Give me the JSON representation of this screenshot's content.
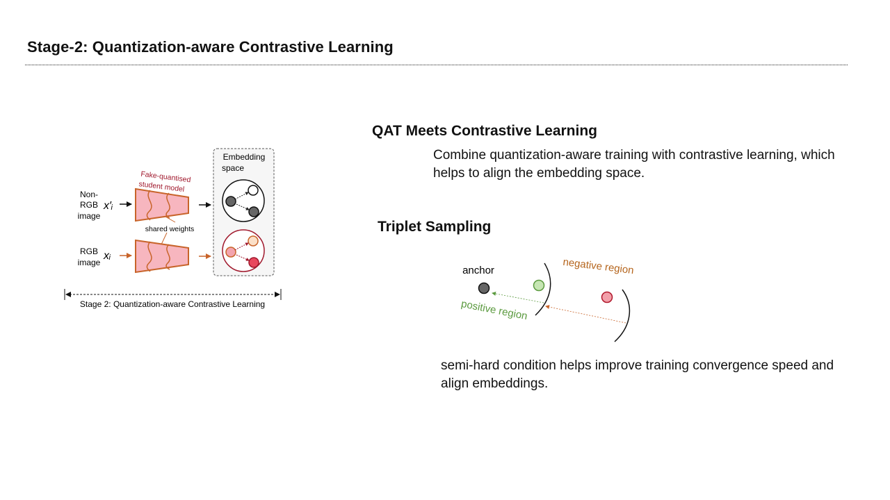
{
  "slide": {
    "title": "Stage-2: Quantization-aware Contrastive Learning"
  },
  "qat": {
    "heading": "QAT Meets Contrastive Learning",
    "body": "Combine quantization-aware training with contrastive learning, which helps to align the embedding space."
  },
  "triplet": {
    "heading": "Triplet Sampling",
    "body": "semi-hard condition helps improve training convergence speed and align embeddings.",
    "diagram": {
      "anchor_label": "anchor",
      "negative_label": "negative region",
      "positive_label": "positive region"
    }
  },
  "stage2_diagram": {
    "embedding_label_line1": "Embedding",
    "embedding_label_line2": "space",
    "model_label_line1": "Fake-quantised",
    "model_label_line2": "student model",
    "input_top_line1": "Non-",
    "input_top_line2": "RGB",
    "input_top_line3": "image",
    "input_bottom_line1": "RGB",
    "input_bottom_line2": "image",
    "var_top": "x′ᵢ",
    "var_bottom": "xᵢ",
    "shared_weights": "shared weights",
    "caption": "Stage 2: Quantization-aware Contrastive Learning"
  },
  "colors": {
    "model_fill": "#f7b6bf",
    "model_stroke": "#c8642a",
    "model_label": "#a0182c",
    "rgb_arrow": "#c8642a",
    "positive": "#5b9a3f",
    "negative": "#b5651d",
    "anchor_fill": "#666666"
  }
}
